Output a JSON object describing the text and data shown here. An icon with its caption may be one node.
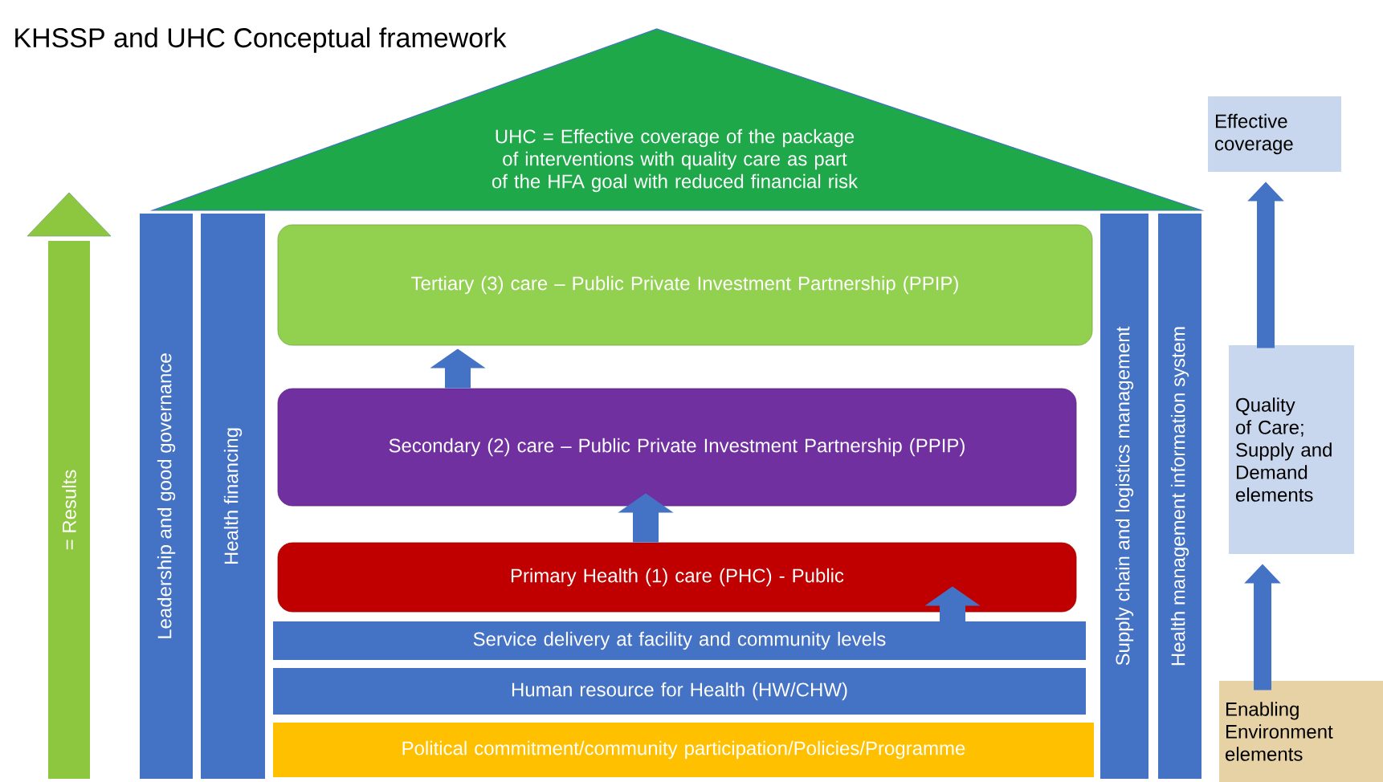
{
  "diagram": {
    "title": "KHSSP and UHC Conceptual framework",
    "nodes": [
      {
        "text": [
          "UHC = Effective coverage of the package of interventions with quality care as part of the HFA goal with reduced financial risk"
        ]
      },
      {
        "text": [
          "= Results"
        ]
      },
      {
        "text": [
          "Leadership and good governance"
        ]
      },
      {
        "text": [
          "Health financing"
        ]
      },
      {
        "text": [
          "Tertiary (3) care – Public Private Investment Partnership (PPIP)"
        ]
      },
      {
        "text": [
          "Secondary (2) care – Public Private Investment Partnership (PPIP)"
        ]
      },
      {
        "text": [
          "Primary Health (1) care (PHC) - Public"
        ]
      },
      {
        "text": [
          "Service delivery at facility and community levels"
        ]
      },
      {
        "text": [
          "Human resource for Health (HW/CHW)"
        ]
      },
      {
        "text": [
          "Political commitment/community participation/Policies/Programme"
        ]
      },
      {
        "text": [
          "Supply chain and logistics management"
        ]
      },
      {
        "text": [
          "Health management information system"
        ]
      },
      {
        "text": [
          "Effective coverage"
        ]
      },
      {
        "text": [
          "Quality of Care; Supply and Demand elements"
        ]
      },
      {
        "text": [
          "Enabling Environment elements"
        ]
      }
    ],
    "edges": [
      {
        "from": 5,
        "to": 4,
        "arrow": "to"
      },
      {
        "from": 6,
        "to": 5,
        "arrow": "to"
      },
      {
        "from": 7,
        "to": 6,
        "arrow": "to"
      },
      {
        "from": 14,
        "to": 13,
        "arrow": "to"
      },
      {
        "from": 13,
        "to": 12,
        "arrow": "to"
      }
    ]
  }
}
